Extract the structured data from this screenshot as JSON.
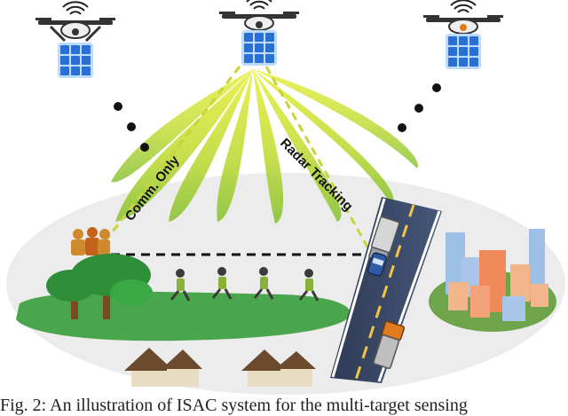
{
  "labels": {
    "comm_only": "Comm. Only",
    "radar_tracking": "Radar Tracking"
  },
  "caption": "Fig. 2: An illustration of ISAC system for the multi-target sensing",
  "colors": {
    "beam_yellow": "#f2ee5a",
    "beam_green": "#a7cf3a",
    "ground": "#ebebeb",
    "grass": "#4aa64c",
    "road": "#3b4a66",
    "dashed_link": "#c9d33b",
    "sensing_line": "#111111",
    "panel_blue": "#2a6fd6"
  },
  "icons": {
    "uav_left": "drone-icon",
    "uav_center": "drone-icon",
    "uav_right": "drone-icon",
    "trees": "tree-icon",
    "people": "user-group-icon",
    "runners": "runner-icon",
    "car": "car-icon",
    "trucks": "truck-icon",
    "houses": "house-icon",
    "city": "building-icon"
  }
}
